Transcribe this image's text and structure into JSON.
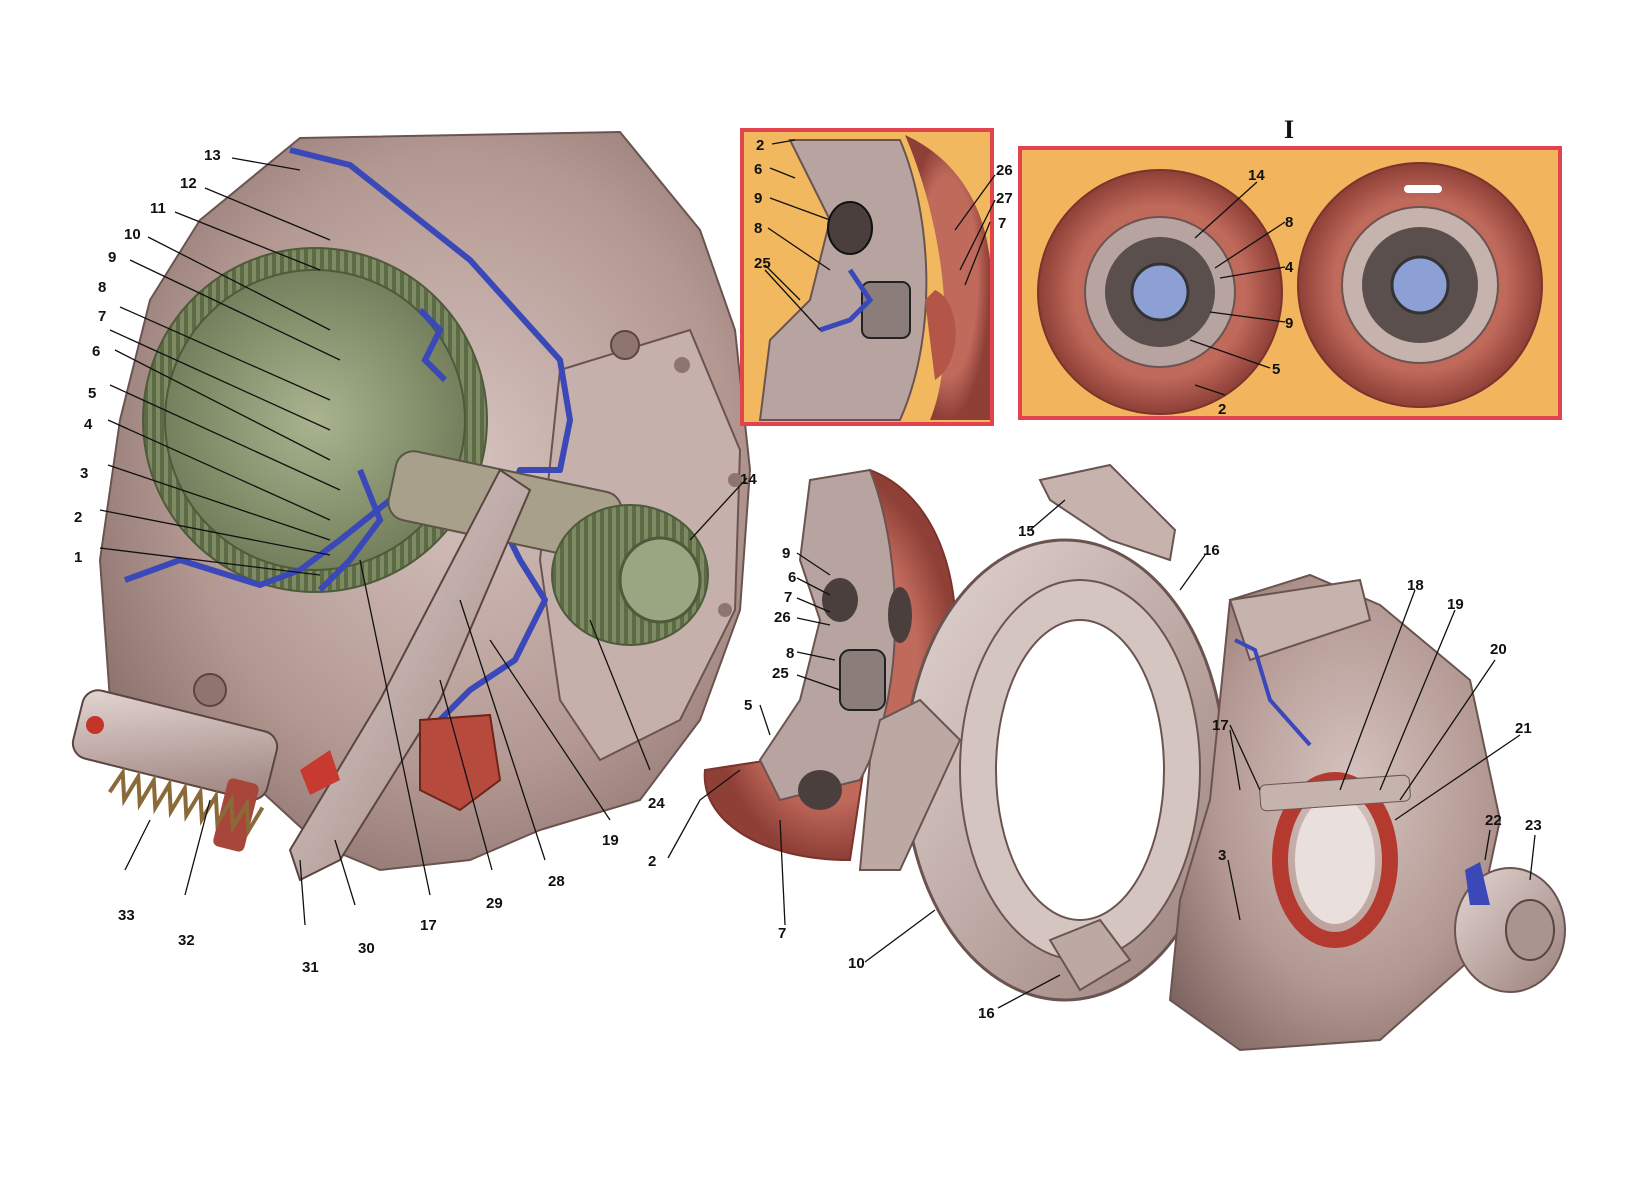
{
  "colors": {
    "housing": "#b79c97",
    "housing_dark": "#7e6460",
    "housing_light": "#d8c6c2",
    "section_blue": "#3b48b8",
    "flywheel_green": "#8d9a74",
    "lining_red": "#b35547",
    "inset_border": "#e2444d",
    "inset_bg": "#f0b45a",
    "spring_dark": "#2b2b2b"
  },
  "inset_title": "I",
  "labels": {
    "main": [
      "13",
      "12",
      "11",
      "10",
      "9",
      "8",
      "7",
      "6",
      "5",
      "4",
      "3",
      "2",
      "1",
      "14",
      "24",
      "19",
      "28",
      "29",
      "17",
      "30",
      "31",
      "32",
      "33"
    ],
    "inset_a": [
      "2",
      "6",
      "9",
      "8",
      "25",
      "26",
      "27",
      "7"
    ],
    "inset_b": [
      "14",
      "8",
      "4",
      "9",
      "5",
      "2"
    ],
    "disc": [
      "9",
      "6",
      "7",
      "26",
      "8",
      "25",
      "5",
      "2",
      "7"
    ],
    "cover": [
      "15",
      "16",
      "10",
      "16"
    ],
    "pressure": [
      "18",
      "19",
      "20",
      "21",
      "17",
      "3",
      "22",
      "23"
    ]
  }
}
